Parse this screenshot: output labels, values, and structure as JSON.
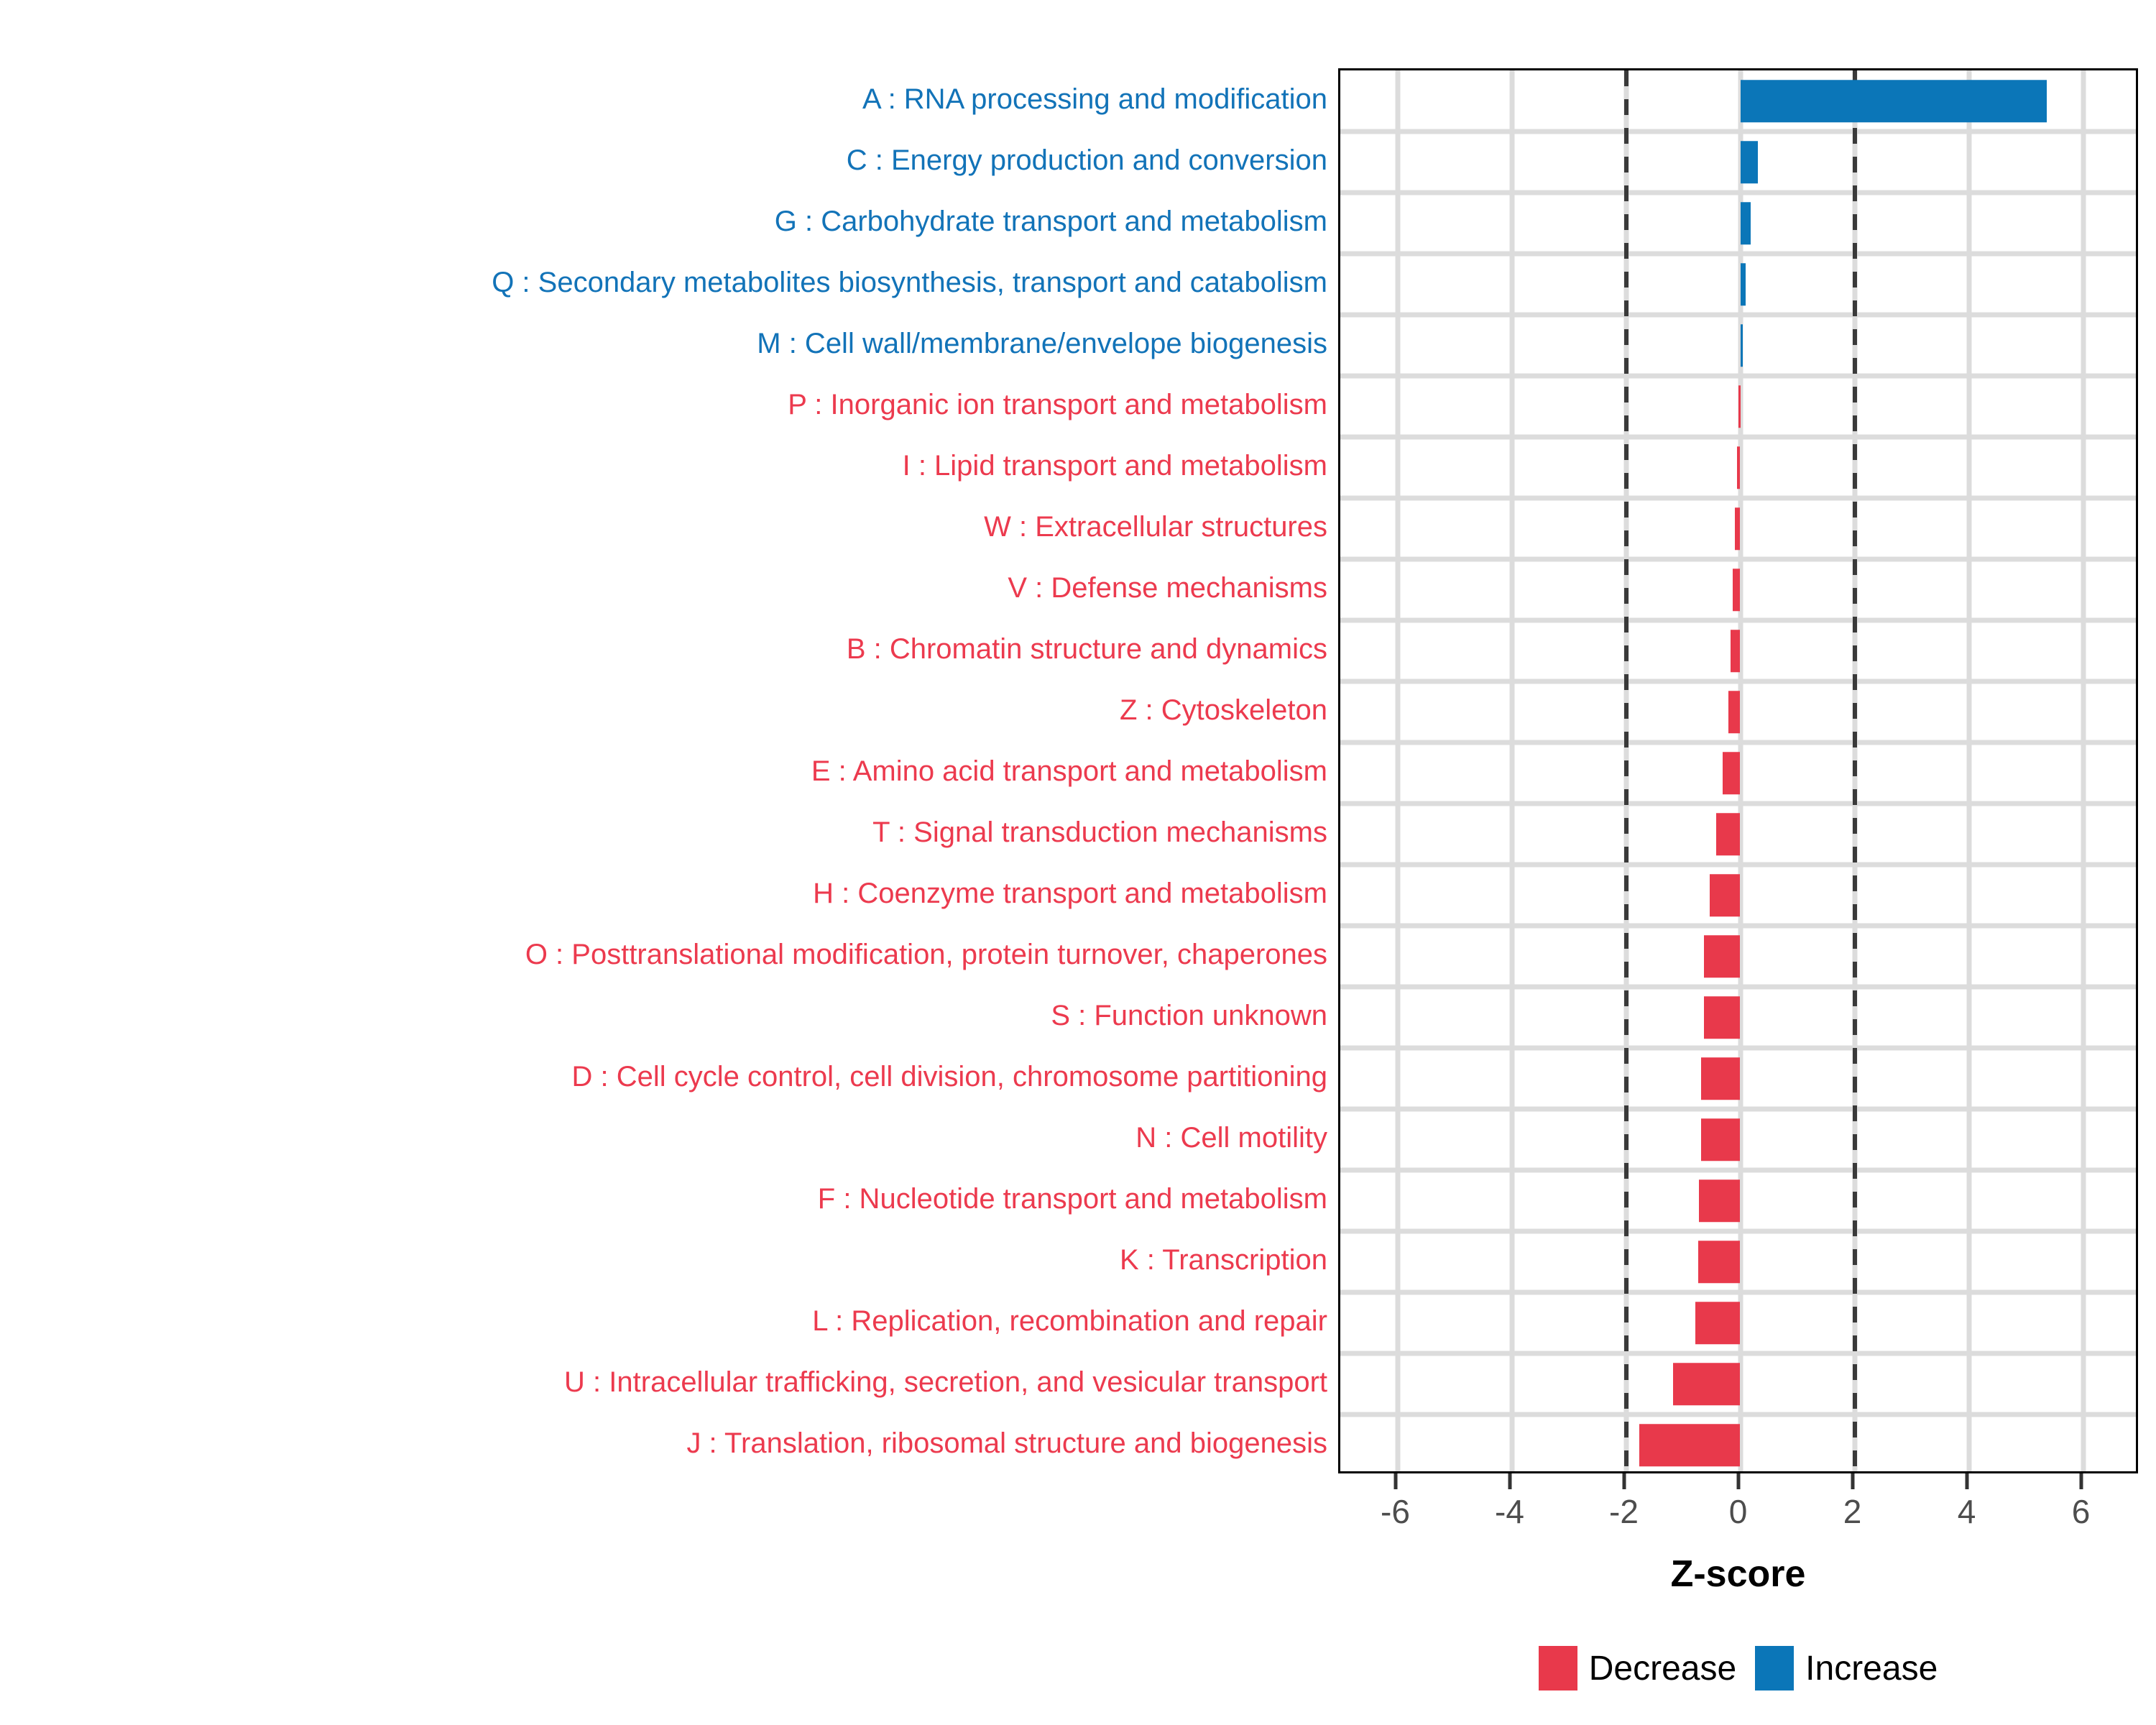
{
  "chart_data": {
    "type": "bar",
    "orientation": "horizontal",
    "title": "",
    "xlabel": "Z-score",
    "ylabel": "",
    "xlim": [
      -7.0,
      7.0
    ],
    "xticks": [
      -6,
      -4,
      -2,
      0,
      2,
      4,
      6
    ],
    "xticklabels": [
      "-6",
      "-4",
      "-2",
      "0",
      "2",
      "4",
      "6"
    ],
    "grid": true,
    "reference_lines": [
      -2,
      2
    ],
    "reference_line_style": "dashed",
    "legend_position": "bottom",
    "categories": [
      "A : RNA processing and modification",
      "C : Energy production and conversion",
      "G : Carbohydrate transport and metabolism",
      "Q : Secondary metabolites biosynthesis, transport and catabolism",
      "M : Cell wall/membrane/envelope biogenesis",
      "P : Inorganic ion transport and metabolism",
      "I : Lipid transport and metabolism",
      "W : Extracellular structures",
      "V : Defense mechanisms",
      "B : Chromatin structure and dynamics",
      "Z : Cytoskeleton",
      "E : Amino acid transport and metabolism",
      "T : Signal transduction mechanisms",
      "H : Coenzyme transport and metabolism",
      "O : Posttranslational modification, protein turnover, chaperones",
      "S : Function unknown",
      "D : Cell cycle control, cell division, chromosome partitioning",
      "N : Cell motility",
      "F : Nucleotide transport and metabolism",
      "K : Transcription",
      "L : Replication, recombination and repair",
      "U : Intracellular trafficking, secretion, and vesicular transport",
      "J : Translation, ribosomal structure and biogenesis"
    ],
    "values": [
      5.37,
      0.31,
      0.18,
      0.1,
      0.05,
      -0.03,
      -0.06,
      -0.09,
      -0.13,
      -0.17,
      -0.21,
      -0.31,
      -0.42,
      -0.54,
      -0.64,
      -0.64,
      -0.68,
      -0.69,
      -0.72,
      -0.74,
      -0.78,
      -1.18,
      -1.77
    ],
    "groups": [
      "Increase",
      "Increase",
      "Increase",
      "Increase",
      "Increase",
      "Decrease",
      "Decrease",
      "Decrease",
      "Decrease",
      "Decrease",
      "Decrease",
      "Decrease",
      "Decrease",
      "Decrease",
      "Decrease",
      "Decrease",
      "Decrease",
      "Decrease",
      "Decrease",
      "Decrease",
      "Decrease",
      "Decrease",
      "Decrease"
    ],
    "legend": [
      {
        "label": "Decrease",
        "color": "#E8394B"
      },
      {
        "label": "Increase",
        "color": "#0B76B8"
      }
    ]
  },
  "colors": {
    "increase": "#0B76B8",
    "decrease": "#E8394B",
    "grid": "#DCDCDC",
    "reference_line": "#3A3A3A",
    "axis": "#000000",
    "tick_label": "#4D4D4D"
  }
}
